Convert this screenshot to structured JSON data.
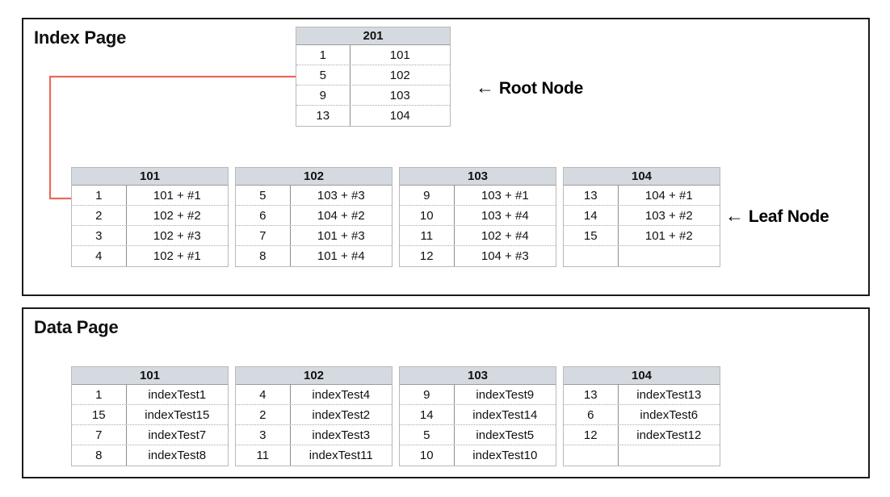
{
  "sections": {
    "index": {
      "title": "Index Page",
      "root_label": "Root Node",
      "leaf_label": "Leaf Node",
      "arrow_glyph": "←",
      "root_node": {
        "name": "201",
        "rows": [
          {
            "key": "1",
            "value": "101"
          },
          {
            "key": "5",
            "value": "102"
          },
          {
            "key": "9",
            "value": "103"
          },
          {
            "key": "13",
            "value": "104"
          }
        ]
      },
      "leaf_nodes": [
        {
          "name": "101",
          "rows": [
            {
              "key": "1",
              "value": "101 + #1"
            },
            {
              "key": "2",
              "value": "102 + #2"
            },
            {
              "key": "3",
              "value": "102 + #3"
            },
            {
              "key": "4",
              "value": "102 + #1"
            }
          ]
        },
        {
          "name": "102",
          "rows": [
            {
              "key": "5",
              "value": "103 + #3"
            },
            {
              "key": "6",
              "value": "104 + #2"
            },
            {
              "key": "7",
              "value": "101 + #3"
            },
            {
              "key": "8",
              "value": "101 + #4"
            }
          ]
        },
        {
          "name": "103",
          "rows": [
            {
              "key": "9",
              "value": "103 + #1"
            },
            {
              "key": "10",
              "value": "103 + #4"
            },
            {
              "key": "11",
              "value": "102 + #4"
            },
            {
              "key": "12",
              "value": "104 + #3"
            }
          ]
        },
        {
          "name": "104",
          "rows": [
            {
              "key": "13",
              "value": "104 + #1"
            },
            {
              "key": "14",
              "value": "103 + #2"
            },
            {
              "key": "15",
              "value": "101 + #2"
            },
            {
              "key": "",
              "value": ""
            }
          ]
        }
      ]
    },
    "data": {
      "title": "Data Page",
      "tables": [
        {
          "name": "101",
          "rows": [
            {
              "key": "1",
              "value": "indexTest1"
            },
            {
              "key": "15",
              "value": "indexTest15"
            },
            {
              "key": "7",
              "value": "indexTest7"
            },
            {
              "key": "8",
              "value": "indexTest8"
            }
          ]
        },
        {
          "name": "102",
          "rows": [
            {
              "key": "4",
              "value": "indexTest4"
            },
            {
              "key": "2",
              "value": "indexTest2"
            },
            {
              "key": "3",
              "value": "indexTest3"
            },
            {
              "key": "11",
              "value": "indexTest11"
            }
          ]
        },
        {
          "name": "103",
          "rows": [
            {
              "key": "9",
              "value": "indexTest9"
            },
            {
              "key": "14",
              "value": "indexTest14"
            },
            {
              "key": "5",
              "value": "indexTest5"
            },
            {
              "key": "10",
              "value": "indexTest10"
            }
          ]
        },
        {
          "name": "104",
          "rows": [
            {
              "key": "13",
              "value": "indexTest13"
            },
            {
              "key": "6",
              "value": "indexTest6"
            },
            {
              "key": "12",
              "value": "indexTest12"
            },
            {
              "key": "",
              "value": ""
            }
          ]
        }
      ]
    }
  },
  "colors": {
    "header_fill": "#d5dae0",
    "connector": "#e8695b",
    "panel_border": "#1a1a1a",
    "text": "#111111"
  }
}
